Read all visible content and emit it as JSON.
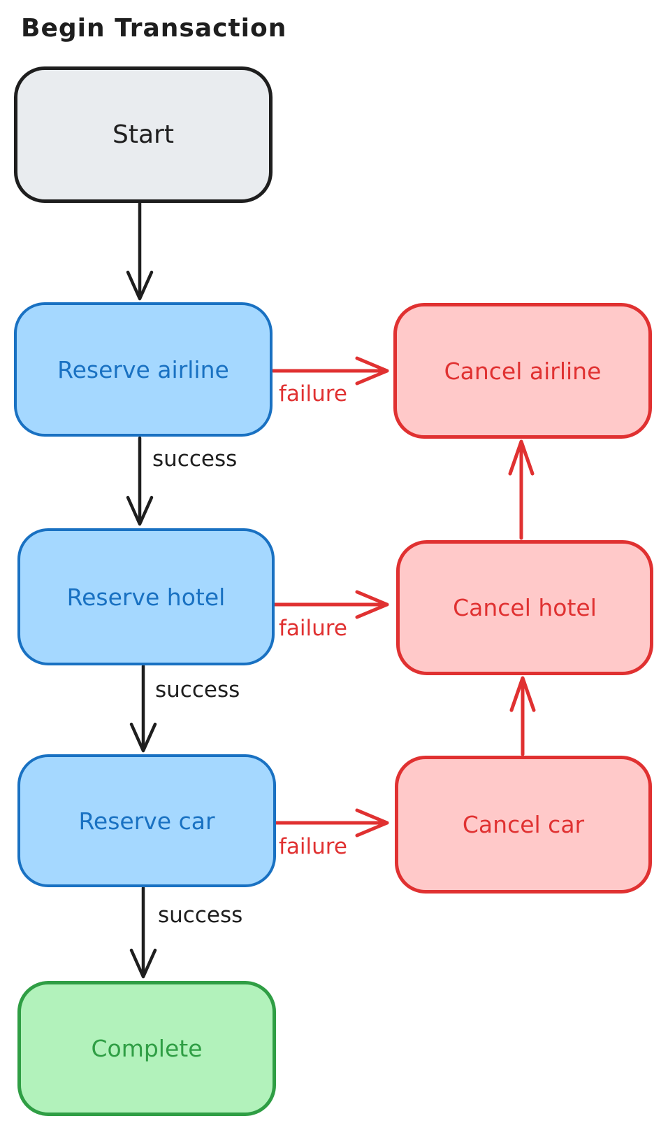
{
  "diagram": {
    "title": "Begin Transaction",
    "type": "flowchart",
    "nodes": [
      {
        "id": "start",
        "label": "Start",
        "kind": "neutral"
      },
      {
        "id": "reserve-airline",
        "label": "Reserve airline",
        "kind": "action"
      },
      {
        "id": "cancel-airline",
        "label": "Cancel airline",
        "kind": "compensation"
      },
      {
        "id": "reserve-hotel",
        "label": "Reserve hotel",
        "kind": "action"
      },
      {
        "id": "cancel-hotel",
        "label": "Cancel hotel",
        "kind": "compensation"
      },
      {
        "id": "reserve-car",
        "label": "Reserve car",
        "kind": "action"
      },
      {
        "id": "cancel-car",
        "label": "Cancel car",
        "kind": "compensation"
      },
      {
        "id": "complete",
        "label": "Complete",
        "kind": "success"
      }
    ],
    "edges": [
      {
        "from": "start",
        "to": "reserve-airline",
        "label": "",
        "color": "black"
      },
      {
        "from": "reserve-airline",
        "to": "cancel-airline",
        "label": "failure",
        "color": "red"
      },
      {
        "from": "reserve-airline",
        "to": "reserve-hotel",
        "label": "success",
        "color": "black"
      },
      {
        "from": "reserve-hotel",
        "to": "cancel-hotel",
        "label": "failure",
        "color": "red"
      },
      {
        "from": "reserve-hotel",
        "to": "reserve-car",
        "label": "success",
        "color": "black"
      },
      {
        "from": "reserve-car",
        "to": "cancel-car",
        "label": "failure",
        "color": "red"
      },
      {
        "from": "reserve-car",
        "to": "complete",
        "label": "success",
        "color": "black"
      },
      {
        "from": "cancel-car",
        "to": "cancel-hotel",
        "label": "",
        "color": "red"
      },
      {
        "from": "cancel-hotel",
        "to": "cancel-airline",
        "label": "",
        "color": "red"
      }
    ],
    "palette": {
      "neutral_fill": "#e9ecef",
      "neutral_stroke": "#1e1e1e",
      "action_fill": "#a5d8ff",
      "action_stroke": "#1971c2",
      "compensation_fill": "#ffc9c9",
      "compensation_stroke": "#e03131",
      "success_fill": "#b2f2bb",
      "success_stroke": "#2f9e44",
      "flow_arrow": "#1e1e1e",
      "compensation_arrow": "#e03131"
    }
  }
}
